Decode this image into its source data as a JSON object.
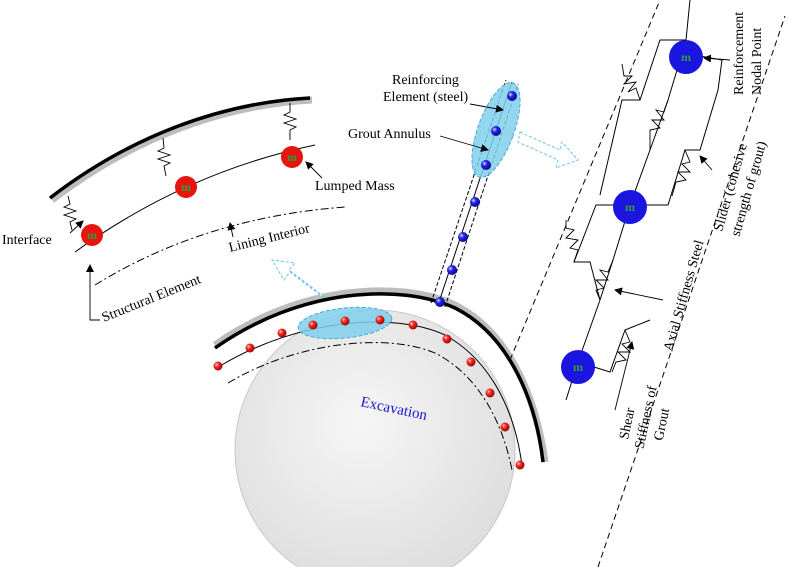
{
  "labels": {
    "reinforcing_element": [
      "Reinforcing",
      "Element (steel)"
    ],
    "grout_annulus": "Grout Annulus",
    "lumped_mass": "Lumped Mass",
    "interface": "Interface",
    "lining_interior": "Lining Interior",
    "structural_element": "Structural Element",
    "excavation": "Excavation",
    "reinforcement_nodal_point": [
      "Reinforcement",
      "Nodal Point"
    ],
    "slider": [
      "Slider (cohesive",
      "strength of grout)"
    ],
    "axial_stiffness_steel": "Axial Stiffness Steel",
    "shear_stiffness_grout": [
      "Shear",
      "Stiffness of",
      "Grout"
    ],
    "mass_symbol": "m"
  },
  "colors": {
    "lumped_mass": "#e8140e",
    "nodal_point": "#1a16e0",
    "grout_fill": "#7fd0ec",
    "excavation_fill": "#e4e4e4",
    "mass_text": "#2e9e3a",
    "excavation_text": "#1a16c8",
    "leader_arrow": "#9ad8f0"
  }
}
